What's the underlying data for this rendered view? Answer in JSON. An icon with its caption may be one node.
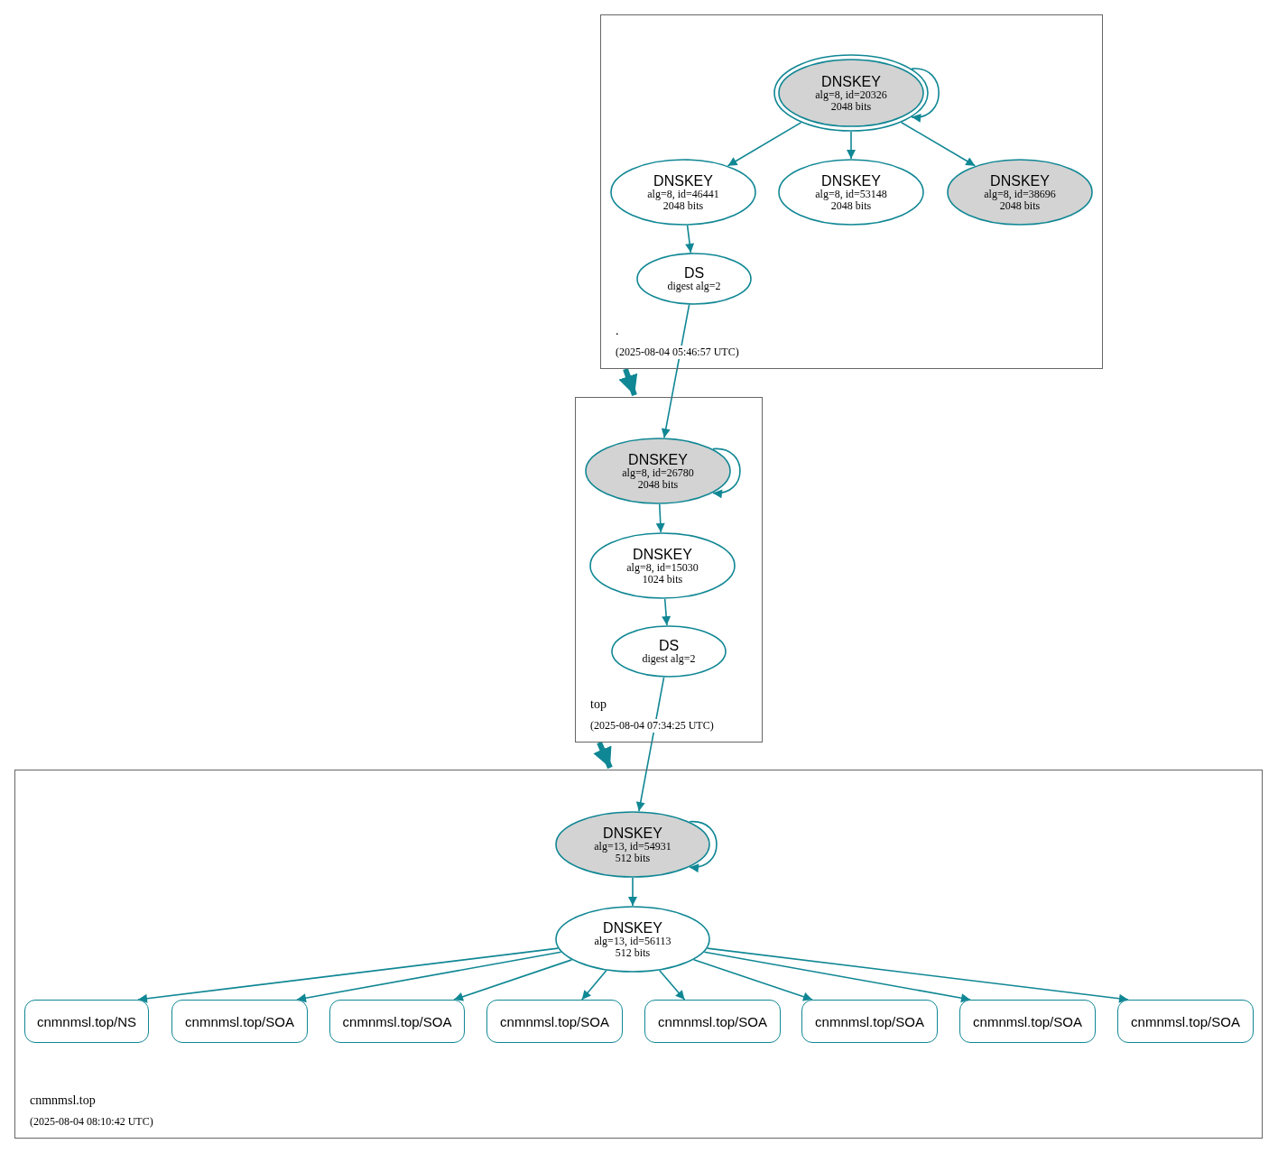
{
  "diagram": {
    "nodes": [
      {
        "text": [
          ".",
          "(2025-08-04 05:46:57 UTC)"
        ]
      },
      {
        "text": [
          "DNSKEY",
          "alg=8, id=20326",
          "2048 bits"
        ],
        "in": 0
      },
      {
        "text": [
          "DNSKEY",
          "alg=8, id=46441",
          "2048 bits"
        ],
        "in": 0
      },
      {
        "text": [
          "DNSKEY",
          "alg=8, id=53148",
          "2048 bits"
        ],
        "in": 0
      },
      {
        "text": [
          "DNSKEY",
          "alg=8, id=38696",
          "2048 bits"
        ],
        "in": 0
      },
      {
        "text": [
          "DS",
          "digest alg=2"
        ],
        "in": 0
      },
      {
        "text": [
          "top",
          "(2025-08-04 07:34:25 UTC)"
        ]
      },
      {
        "text": [
          "DNSKEY",
          "alg=8, id=26780",
          "2048 bits"
        ],
        "in": 6
      },
      {
        "text": [
          "DNSKEY",
          "alg=8, id=15030",
          "1024 bits"
        ],
        "in": 6
      },
      {
        "text": [
          "DS",
          "digest alg=2"
        ],
        "in": 6
      },
      {
        "text": [
          "cnmnmsl.top",
          "(2025-08-04 08:10:42 UTC)"
        ]
      },
      {
        "text": [
          "DNSKEY",
          "alg=13, id=54931",
          "512 bits"
        ],
        "in": 10
      },
      {
        "text": [
          "DNSKEY",
          "alg=13, id=56113",
          "512 bits"
        ],
        "in": 10
      },
      {
        "text": [
          "cnmnmsl.top/NS"
        ],
        "in": 10
      },
      {
        "text": [
          "cnmnmsl.top/SOA"
        ],
        "in": 10
      },
      {
        "text": [
          "cnmnmsl.top/SOA"
        ],
        "in": 10
      },
      {
        "text": [
          "cnmnmsl.top/SOA"
        ],
        "in": 10
      },
      {
        "text": [
          "cnmnmsl.top/SOA"
        ],
        "in": 10
      },
      {
        "text": [
          "cnmnmsl.top/SOA"
        ],
        "in": 10
      },
      {
        "text": [
          "cnmnmsl.top/SOA"
        ],
        "in": 10
      },
      {
        "text": [
          "cnmnmsl.top/SOA"
        ],
        "in": 10
      }
    ],
    "edges": [
      {
        "from": 1,
        "to": 1,
        "arrow": "to"
      },
      {
        "from": 1,
        "to": 2,
        "arrow": "to"
      },
      {
        "from": 1,
        "to": 3,
        "arrow": "to"
      },
      {
        "from": 1,
        "to": 4,
        "arrow": "to"
      },
      {
        "from": 2,
        "to": 5,
        "arrow": "to"
      },
      {
        "from": 0,
        "to": 6,
        "arrow": "to",
        "style": "thick"
      },
      {
        "from": 5,
        "to": 7,
        "arrow": "to"
      },
      {
        "from": 7,
        "to": 7,
        "arrow": "to"
      },
      {
        "from": 7,
        "to": 8,
        "arrow": "to"
      },
      {
        "from": 8,
        "to": 9,
        "arrow": "to"
      },
      {
        "from": 6,
        "to": 10,
        "arrow": "to",
        "style": "thick"
      },
      {
        "from": 9,
        "to": 11,
        "arrow": "to"
      },
      {
        "from": 11,
        "to": 11,
        "arrow": "to"
      },
      {
        "from": 11,
        "to": 12,
        "arrow": "to"
      },
      {
        "from": 12,
        "to": 13,
        "arrow": "to"
      },
      {
        "from": 12,
        "to": 14,
        "arrow": "to"
      },
      {
        "from": 12,
        "to": 15,
        "arrow": "to"
      },
      {
        "from": 12,
        "to": 16,
        "arrow": "to"
      },
      {
        "from": 12,
        "to": 17,
        "arrow": "to"
      },
      {
        "from": 12,
        "to": 18,
        "arrow": "to"
      },
      {
        "from": 12,
        "to": 19,
        "arrow": "to"
      },
      {
        "from": 12,
        "to": 20,
        "arrow": "to"
      }
    ]
  }
}
